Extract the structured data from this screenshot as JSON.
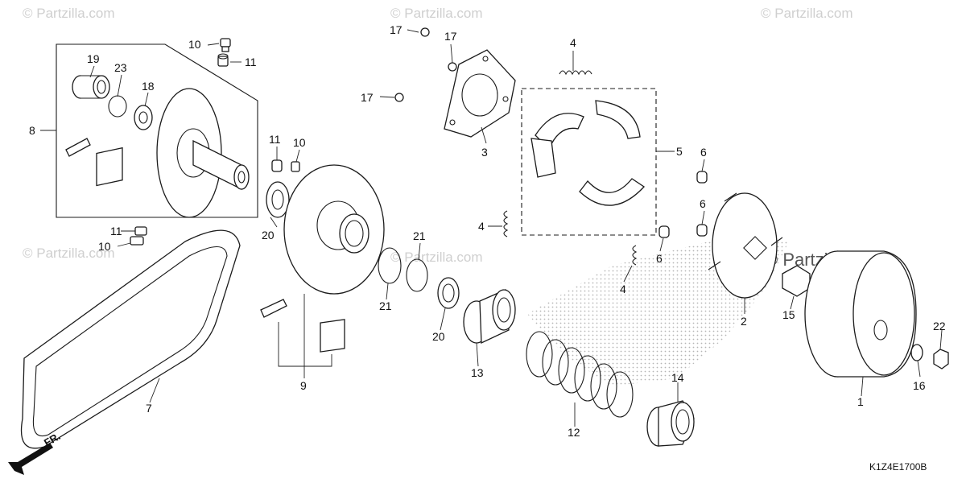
{
  "diagram": {
    "drawing_code": "K1Z4E1700B",
    "direction_label": "FR.",
    "watermark_text": "© Partzilla.com",
    "colors": {
      "line": "#1b1b1b",
      "watermark": "#cfcfcf",
      "stipple": "#b5b5b5"
    },
    "callouts": [
      {
        "id": "c10a",
        "label": "10"
      },
      {
        "id": "c11a",
        "label": "11"
      },
      {
        "id": "c19",
        "label": "19"
      },
      {
        "id": "c23",
        "label": "23"
      },
      {
        "id": "c18",
        "label": "18"
      },
      {
        "id": "c8",
        "label": "8"
      },
      {
        "id": "c11b",
        "label": "11"
      },
      {
        "id": "c10b",
        "label": "10"
      },
      {
        "id": "c20a",
        "label": "20"
      },
      {
        "id": "c11c",
        "label": "11"
      },
      {
        "id": "c10c",
        "label": "10"
      },
      {
        "id": "c7",
        "label": "7"
      },
      {
        "id": "c9",
        "label": "9"
      },
      {
        "id": "c17a",
        "label": "17"
      },
      {
        "id": "c17b",
        "label": "17"
      },
      {
        "id": "c17c",
        "label": "17"
      },
      {
        "id": "c3",
        "label": "3"
      },
      {
        "id": "c4a",
        "label": "4"
      },
      {
        "id": "c5",
        "label": "5"
      },
      {
        "id": "c4b",
        "label": "4"
      },
      {
        "id": "c4c",
        "label": "4"
      },
      {
        "id": "c6a",
        "label": "6"
      },
      {
        "id": "c6b",
        "label": "6"
      },
      {
        "id": "c6c",
        "label": "6"
      },
      {
        "id": "c21a",
        "label": "21"
      },
      {
        "id": "c21b",
        "label": "21"
      },
      {
        "id": "c20b",
        "label": "20"
      },
      {
        "id": "c13",
        "label": "13"
      },
      {
        "id": "c12",
        "label": "12"
      },
      {
        "id": "c14",
        "label": "14"
      },
      {
        "id": "c2",
        "label": "2"
      },
      {
        "id": "c15",
        "label": "15"
      },
      {
        "id": "c1",
        "label": "1"
      },
      {
        "id": "c16",
        "label": "16"
      },
      {
        "id": "c22",
        "label": "22"
      }
    ]
  }
}
